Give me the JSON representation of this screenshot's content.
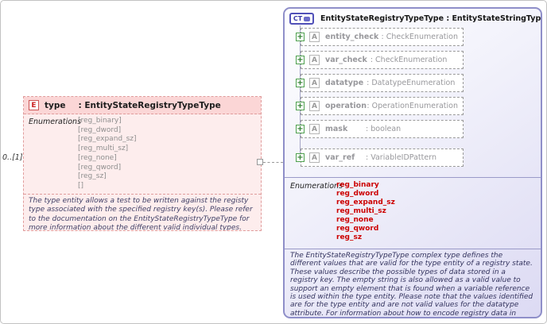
{
  "icons": {
    "element": "E",
    "complex_type": "CT",
    "attribute": "A",
    "plus": "+"
  },
  "colors": {
    "element_fill": "#fdeded",
    "element_header_fill": "#fbd6d6",
    "element_border": "#e09c9c",
    "complex_type_border": "#8f8fc9",
    "enum_value_red": "#cc0000",
    "attribute_text_gray": "#98989c"
  },
  "element": {
    "name": "type",
    "type": ": EntityStateRegistryTypeType",
    "cardinality": "0..[1]",
    "enumerations_label": "Enumerations",
    "enumerations": [
      "[reg_binary]",
      "[reg_dword]",
      "[reg_expand_sz]",
      "[reg_multi_sz]",
      "[reg_none]",
      "[reg_qword]",
      "[reg_sz]",
      "[]"
    ],
    "documentation": "The type entity allows a test to be written against the registy type associated with the specified registry key(s). Please refer to the documentation on the EntityStateRegistryTypeType for more information about the different valid individual types."
  },
  "complex_type": {
    "title": "EntityStateRegistryTypeType : EntityStateStringType",
    "attributes": [
      {
        "name": "entity_check",
        "type": ": CheckEnumeration"
      },
      {
        "name": "var_check",
        "type": ": CheckEnumeration"
      },
      {
        "name": "datatype",
        "type": ": DatatypeEnumeration"
      },
      {
        "name": "operation",
        "type": ": OperationEnumeration"
      },
      {
        "name": "mask",
        "type": ": boolean"
      },
      {
        "name": "var_ref",
        "type": ": VariableIDPattern"
      }
    ],
    "enumerations_label": "Enumerations",
    "enumerations": [
      "reg_binary",
      "reg_dword",
      "reg_expand_sz",
      "reg_multi_sz",
      "reg_none",
      "reg_qword",
      "reg_sz"
    ],
    "documentation": "The EntityStateRegistryTypeType complex type defines the different values that are valid for the type entity of a registry state. These values describe the possible types of data stored in a registry key. The empty string is also allowed as a valid value to support an empty element that is found when a variable reference is used within the type entity. Please note that the values identified are for the type entity and are not valid values for the datatype attribute. For information about how to encode registry data in OVAL for each of the different types, please visit the registry_state documentation."
  }
}
